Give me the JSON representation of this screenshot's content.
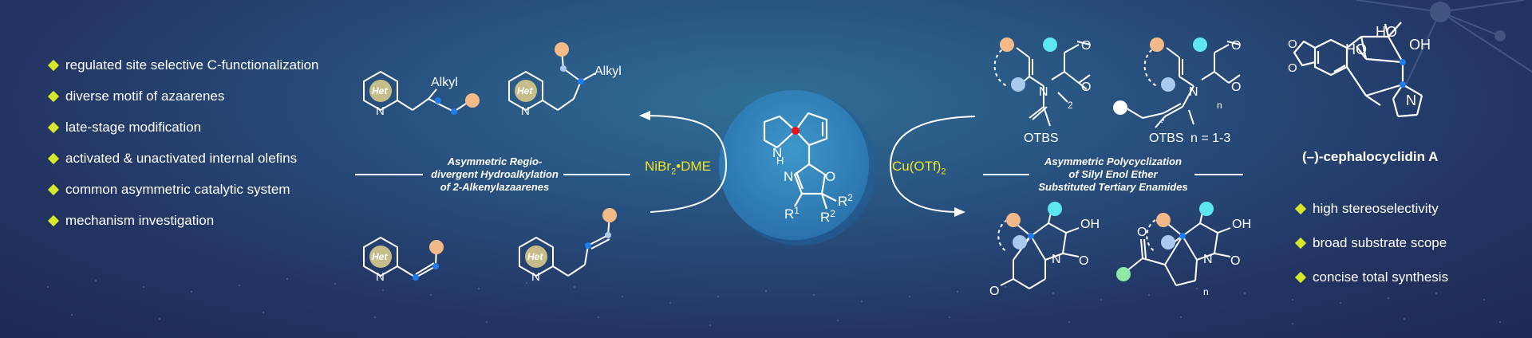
{
  "left_features": [
    "regulated site selective C-functionalization",
    "diverse motif of azaarenes",
    "late-stage modification",
    "activated & unactivated internal olefins",
    "common asymmetric catalytic system",
    "mechanism investigation"
  ],
  "right_features": [
    "high stereoselectivity",
    "broad substrate scope",
    "concise total synthesis"
  ],
  "left_reaction": {
    "line1": "Asymmetric Regio-",
    "line2": "divergent Hydroalkylation",
    "line3": "of 2-Alkenylazaarenes",
    "catalyst_main": "NiBr",
    "catalyst_sub": "2",
    "catalyst_tail": "•DME"
  },
  "right_reaction": {
    "line1": "Asymmetric Polycyclization",
    "line2": "of Silyl Enol Ether",
    "line3": "Substituted Tertiary Enamides",
    "catalyst_main": "Cu(OTf)",
    "catalyst_sub": "2"
  },
  "natural_product": {
    "prefix": "(–)-",
    "name": "cephalocyclidin A"
  },
  "structure_labels": {
    "het": "Het",
    "alkyl": "Alkyl",
    "n": "N",
    "nh": "H",
    "o": "O",
    "oh": "OH",
    "ho": "HO",
    "otbs": "OTBS",
    "r1": "R",
    "r2": "R",
    "one": "1",
    "two": "2",
    "sub_n": "n",
    "n_range": "n = 1-3"
  },
  "colors": {
    "peach": "#f3b989",
    "cyan": "#5ce6ef",
    "lightblue": "#a9c9ee",
    "green": "#8ee8a6",
    "dot_blue": "#1c7cf0",
    "dot_red": "#e8141b",
    "het_circle": "#c7bd8a",
    "bullet": "#d7e82b",
    "catalyst": "#f4e21e"
  }
}
